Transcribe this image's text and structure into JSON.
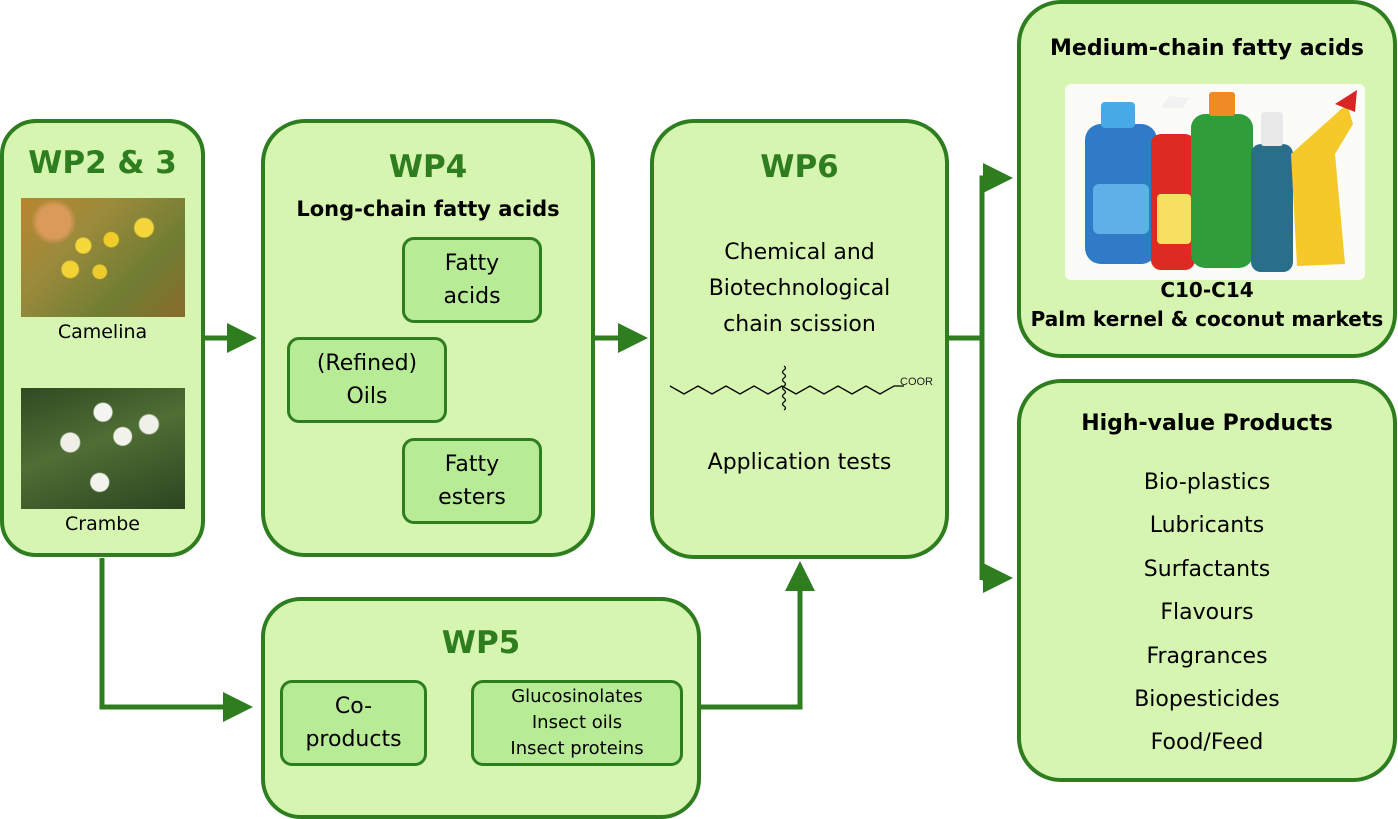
{
  "colors": {
    "box_fill": "#d6f5b0",
    "inner_fill": "#b8eb96",
    "stroke": "#2e7d1f",
    "title_green": "#2e7d1f"
  },
  "wp23": {
    "title": "WP2 & 3",
    "crops": [
      {
        "label": "Camelina",
        "image": "camelina-flower-photo"
      },
      {
        "label": "Crambe",
        "image": "crambe-flower-photo"
      }
    ]
  },
  "wp4": {
    "title": "WP4",
    "subtitle": "Long-chain fatty acids",
    "source": {
      "line1": "(Refined)",
      "line2": "Oils"
    },
    "outputs": [
      {
        "line1": "Fatty",
        "line2": "acids"
      },
      {
        "line1": "Fatty",
        "line2": "esters"
      }
    ]
  },
  "wp5": {
    "title": "WP5",
    "source": {
      "line1": "Co-",
      "line2": "products"
    },
    "products": [
      "Glucosinolates",
      "Insect oils",
      "Insect proteins"
    ]
  },
  "wp6": {
    "title": "WP6",
    "process_lines": [
      "Chemical and",
      "Biotechnological",
      "chain scission"
    ],
    "molecule_label": "COOR",
    "tests": "Application tests"
  },
  "mcfa": {
    "title": "Medium-chain fatty acids",
    "image": "cleaning-product-bottles-photo",
    "range": "C10-C14",
    "markets": "Palm kernel & coconut markets"
  },
  "hvp": {
    "title": "High-value Products",
    "items": [
      "Bio-plastics",
      "Lubricants",
      "Surfactants",
      "Flavours",
      "Fragrances",
      "Biopesticides",
      "Food/Feed"
    ]
  }
}
